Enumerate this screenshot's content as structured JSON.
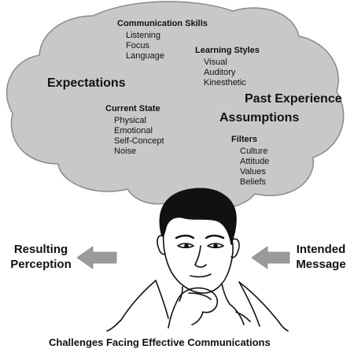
{
  "cloud": {
    "communication_skills": {
      "title": "Communication Skills",
      "items": [
        "Listening",
        "Focus",
        "Language"
      ]
    },
    "learning_styles": {
      "title": "Learning Styles",
      "items": [
        "Visual",
        "Auditory",
        "Kinesthetic"
      ]
    },
    "expectations": "Expectations",
    "past_experience": "Past Experience",
    "assumptions": "Assumptions",
    "current_state": {
      "title": "Current State",
      "items": [
        "Physical",
        "Emotional",
        "Self-Concept",
        "Noise"
      ]
    },
    "filters": {
      "title": "Filters",
      "items": [
        "Culture",
        "Attitude",
        "Values",
        "Beliefs"
      ]
    }
  },
  "left_label": {
    "line1": "Resulting",
    "line2": "Perception"
  },
  "right_label": {
    "line1": "Intended",
    "line2": "Message"
  },
  "caption": "Challenges Facing Effective Communications",
  "colors": {
    "cloud_fill": "#c8c8c8",
    "cloud_stroke": "#8a8a8a",
    "arrow_fill": "#9a9a9a",
    "text": "#111111"
  }
}
